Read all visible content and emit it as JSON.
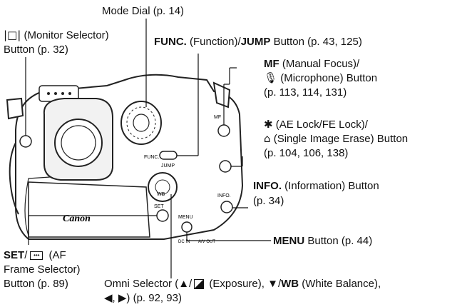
{
  "callouts": {
    "mode_dial": "Mode Dial (p. 14)",
    "monitor_selector_icon": "|□|",
    "monitor_selector_line1": "(Monitor Selector)",
    "monitor_selector_line2": "Button (p. 32)",
    "func_bold": "FUNC.",
    "func_mid": "(Function)/",
    "jump_bold": "JUMP",
    "func_tail": "Button (p. 43, 125)",
    "mf_bold": "MF",
    "mf_line1": "(Manual Focus)/",
    "mic_line2": "(Microphone) Button",
    "mf_line3": "(p. 113, 114, 131)",
    "ae_line1": "(AE Lock/FE Lock)/",
    "erase_line2": "(Single Image Erase) Button",
    "ae_line3": "(p. 104, 106, 138)",
    "info_bold": "INFO.",
    "info_line1": "(Information) Button",
    "info_line2": "(p. 34)",
    "menu_bold": "MENU",
    "menu_tail": "Button (p. 44)",
    "set_bold": "SET",
    "set_line1_tail": "(AF",
    "set_line2": "Frame Selector)",
    "set_line3": "Button (p. 89)",
    "omni_line1": "Omni Selector (▲/",
    "omni_exposure": "(Exposure),",
    "omni_wb_arrow": "▼/",
    "omni_wb_bold": "WB",
    "omni_wb_tail": "(White Balance),",
    "omni_line2": "◀, ▶) (p. 92, 93)"
  },
  "camera_text": {
    "brand": "Canon",
    "func_label": "FUNC.",
    "jump_label": "JUMP",
    "mf_label": "MF",
    "info_label": "INFO.",
    "set_label": "SET",
    "menu_label": "MENU",
    "wb_label": "WB",
    "dc_in": "DC IN",
    "av_out": "A/V OUT"
  },
  "colors": {
    "line": "#111111",
    "camera_fill": "#ffffff",
    "camera_stroke": "#222222"
  }
}
